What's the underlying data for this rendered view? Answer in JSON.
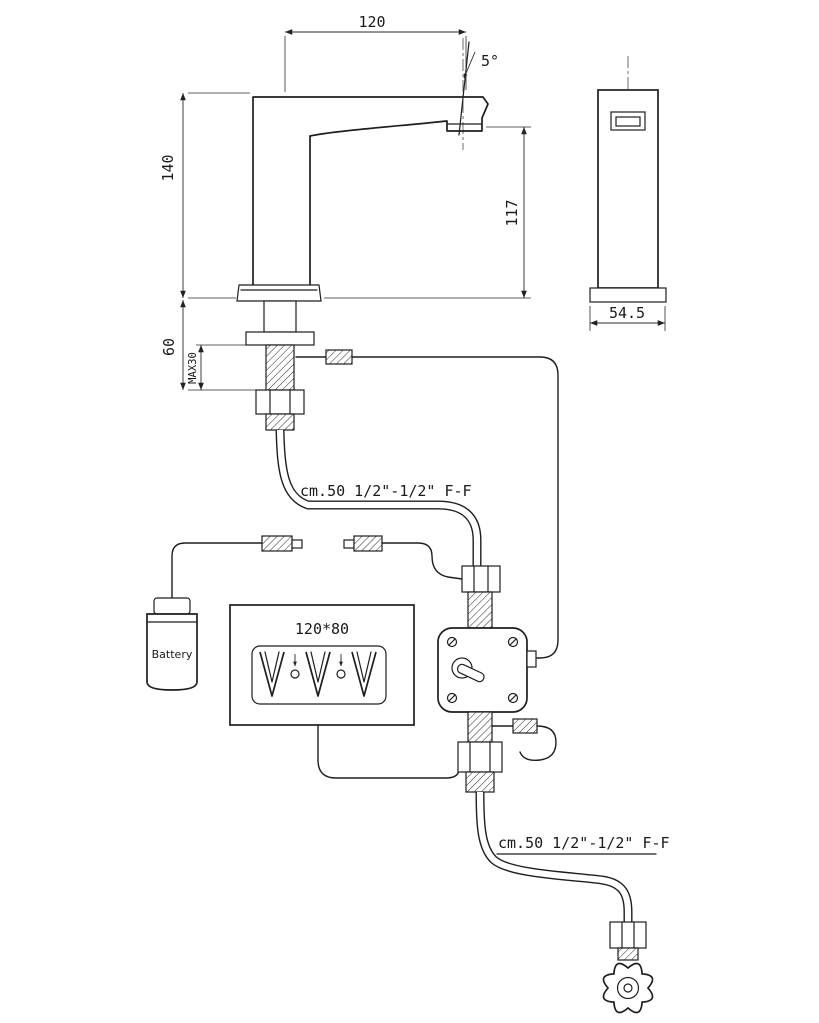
{
  "drawing": {
    "title": "sensor-faucet-installation-diagram",
    "colors": {
      "line": "#1e1e1e",
      "background": "#ffffff"
    },
    "labels": {
      "dim_spout_length": "120",
      "dim_angle": "5°",
      "dim_body_height": "140",
      "dim_spout_height": "117",
      "dim_shank_length": "60",
      "dim_max_counter": "MAX30",
      "dim_side_width": "54.5",
      "hose_top": "cm.50 1/2\"-1/2\" F-F",
      "hose_bottom": "cm.50 1/2\"-1/2\" F-F",
      "battery": "Battery",
      "plate_size": "120*80"
    }
  }
}
